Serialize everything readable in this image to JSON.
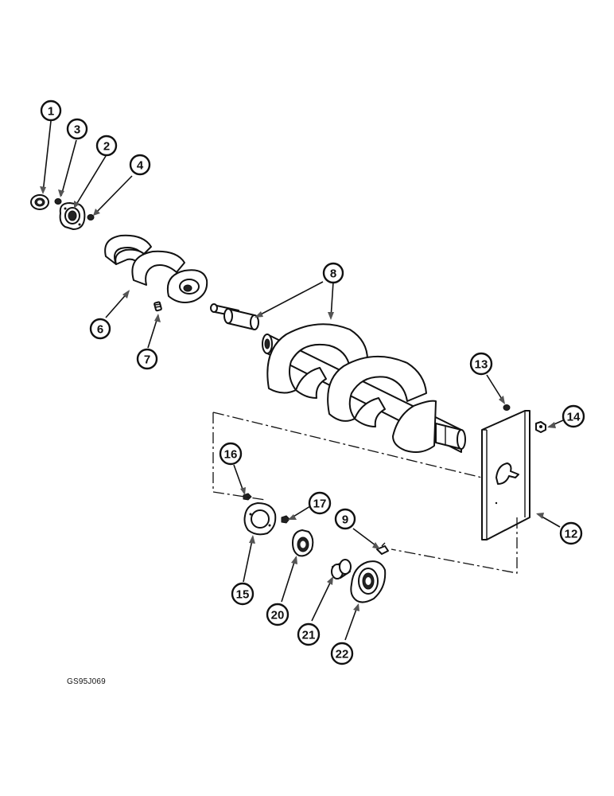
{
  "drawing_code": "GS95J069",
  "callouts": [
    {
      "id": "c1",
      "label": "1"
    },
    {
      "id": "c2",
      "label": "2"
    },
    {
      "id": "c3",
      "label": "3"
    },
    {
      "id": "c4",
      "label": "4"
    },
    {
      "id": "c6",
      "label": "6"
    },
    {
      "id": "c7",
      "label": "7"
    },
    {
      "id": "c8",
      "label": "8"
    },
    {
      "id": "c9",
      "label": "9"
    },
    {
      "id": "c12",
      "label": "12"
    },
    {
      "id": "c13",
      "label": "13"
    },
    {
      "id": "c14",
      "label": "14"
    },
    {
      "id": "c15",
      "label": "15"
    },
    {
      "id": "c16",
      "label": "16"
    },
    {
      "id": "c17",
      "label": "17"
    },
    {
      "id": "c20",
      "label": "20"
    },
    {
      "id": "c21",
      "label": "21"
    },
    {
      "id": "c22",
      "label": "22"
    }
  ]
}
